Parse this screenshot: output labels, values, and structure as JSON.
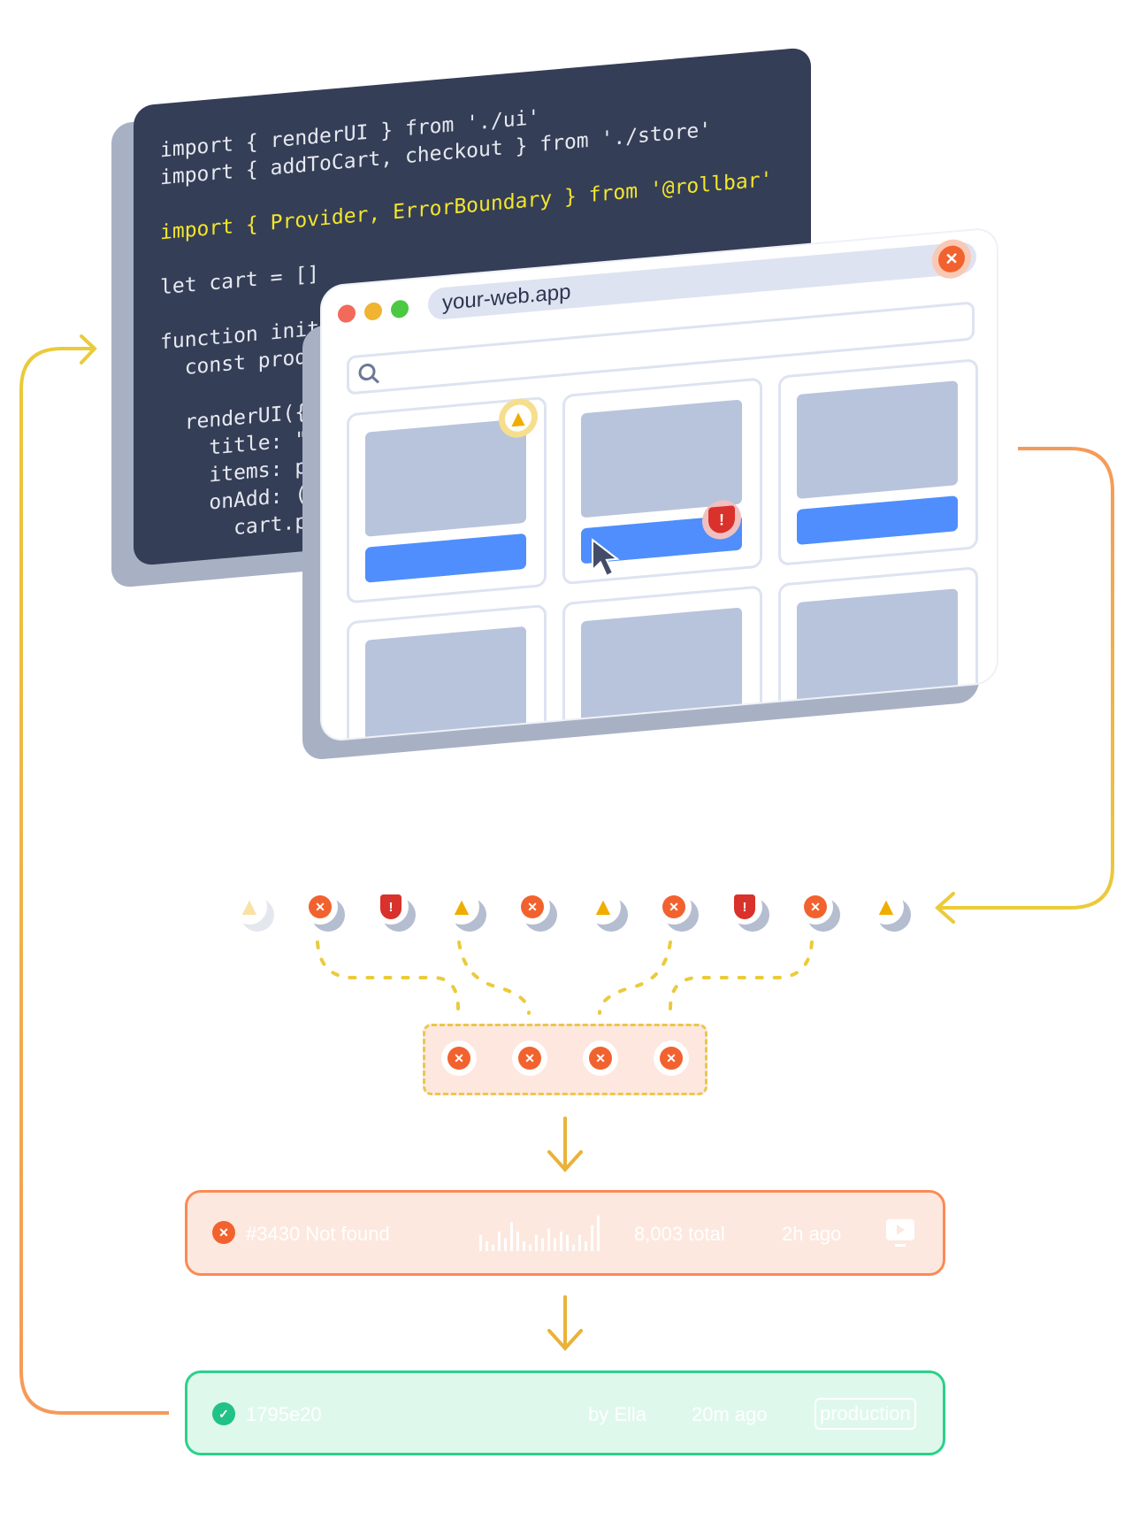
{
  "code": {
    "lines": [
      "import { renderUI } from './ui'",
      "import { addToCart, checkout } from './store'",
      "",
      "import { Provider, ErrorBoundary } from '@rollbar'",
      "",
      "let cart = []",
      "",
      "function init(",
      "  const produc",
      "",
      "  renderUI({",
      "    title: \"Sh",
      "    items: pro",
      "    onAdd: (id",
      "      cart.pus"
    ]
  },
  "browser": {
    "url": "your-web.app"
  },
  "icons": [
    "warning",
    "error",
    "security",
    "warning",
    "error",
    "warning",
    "error",
    "security",
    "error",
    "warning"
  ],
  "colors": {
    "error": "#f2622e",
    "warning": "#f0ad00",
    "security": "#d9312b",
    "success": "#21c285"
  },
  "error_item": {
    "title": "#3430 Not found",
    "total": "8,003 total",
    "age": "2h ago",
    "sparkline": [
      5,
      3,
      2,
      6,
      4,
      9,
      6,
      3,
      2,
      5,
      4,
      7,
      4,
      6,
      5,
      2,
      5,
      3,
      8,
      11
    ]
  },
  "deploy": {
    "revision": "1795e20",
    "author": "by Ella",
    "age": "20m ago",
    "environment": "production"
  }
}
